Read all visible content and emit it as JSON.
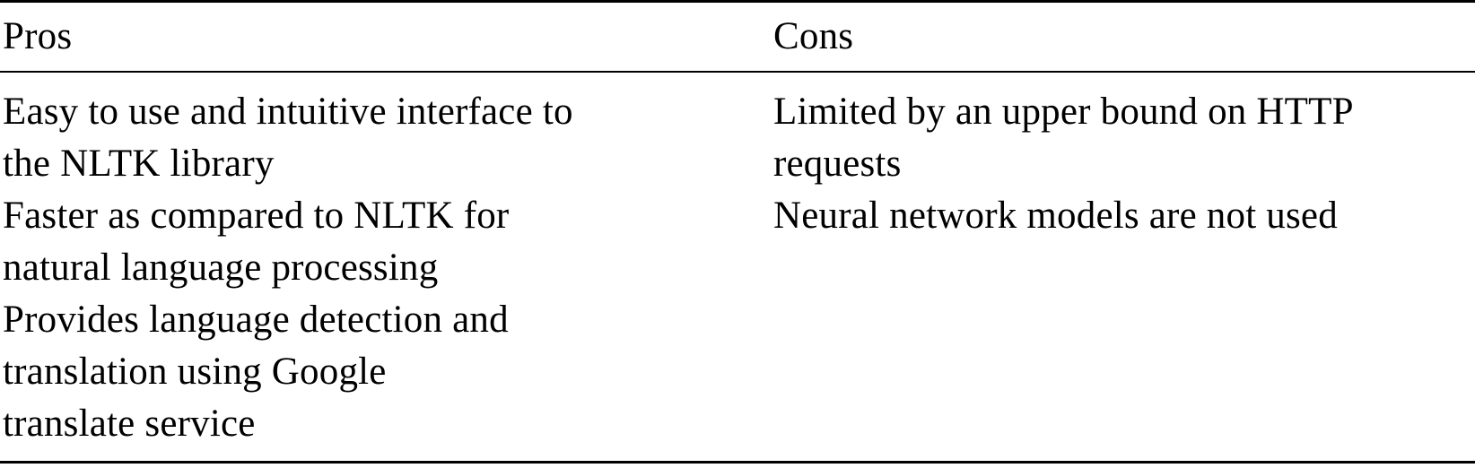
{
  "table": {
    "headers": {
      "pros": "Pros",
      "cons": "Cons"
    },
    "pros": [
      [
        "Easy to use and intuitive interface to",
        "the NLTK library"
      ],
      [
        "Faster as compared to NLTK for",
        "natural language processing"
      ],
      [
        "Provides language detection and",
        "translation using Google",
        "translate service"
      ]
    ],
    "cons": [
      [
        "Limited by an upper bound on HTTP",
        "requests"
      ],
      [
        "Neural network models are not used"
      ]
    ]
  }
}
